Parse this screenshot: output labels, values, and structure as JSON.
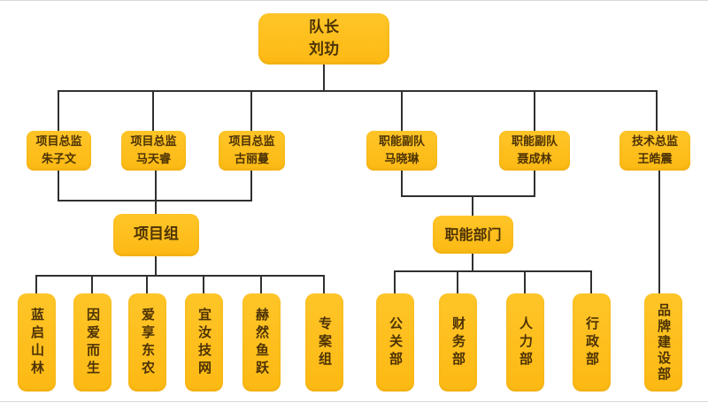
{
  "diagram": {
    "type": "org-chart",
    "root": {
      "role": "队长",
      "name": "刘玏"
    },
    "level2": [
      {
        "role": "项目总监",
        "name": "朱子文"
      },
      {
        "role": "项目总监",
        "name": "马天睿"
      },
      {
        "role": "项目总监",
        "name": "古丽蔓"
      },
      {
        "role": "职能副队",
        "name": "马晓琳"
      },
      {
        "role": "职能副队",
        "name": "聂成林"
      },
      {
        "role": "技术总监",
        "name": "王皓震"
      }
    ],
    "group_nodes": {
      "project": "项目组",
      "functional": "职能部门"
    },
    "project_teams": [
      "蓝启山林",
      "因爱而生",
      "爱享东农",
      "宜汝技网",
      "赫然鱼跃",
      "专案组"
    ],
    "functional_departments": [
      "公关部",
      "财务部",
      "人力部",
      "行政部"
    ],
    "tech_department": "品牌建设部"
  },
  "colors": {
    "node_fill": "#FDB913",
    "node_fill_light": "#FEC528",
    "node_text": "#4D3305",
    "line": "#303030",
    "background": "#FFFFFF",
    "edge_line": "#D8D8D8"
  }
}
